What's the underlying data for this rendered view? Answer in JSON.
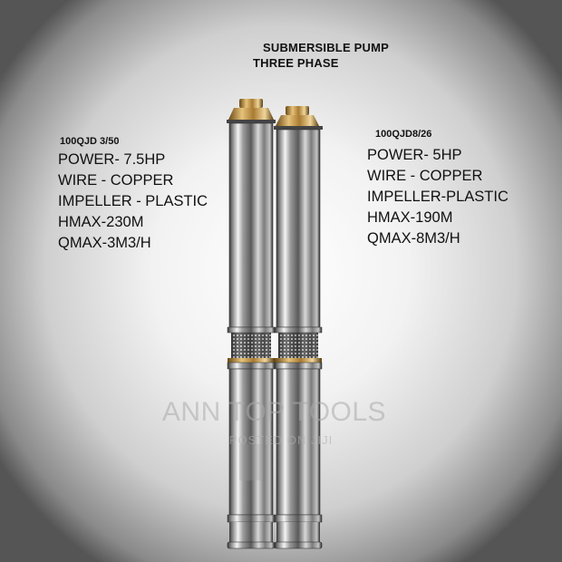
{
  "title": {
    "line1": "SUBMERSIBLE PUMP",
    "line2": "THREE PHASE"
  },
  "left_pump": {
    "model": "100QJD 3/50",
    "specs": [
      "POWER- 7.5HP",
      "WIRE - COPPER",
      "IMPELLER - PLASTIC",
      "HMAX-230M",
      "QMAX-3M3/H"
    ]
  },
  "right_pump": {
    "model": "100QJD8/26",
    "specs": [
      "POWER- 5HP",
      "WIRE - COPPER",
      "IMPELLER-PLASTIC",
      "HMAX-190M",
      "QMAX-8M3/H"
    ]
  },
  "watermark": {
    "brand": "ANN TOP TOOLS",
    "posted": "POSTED ON JIJI"
  },
  "colors": {
    "brass": "#c9a15a",
    "steel": "#b8b8b8"
  }
}
